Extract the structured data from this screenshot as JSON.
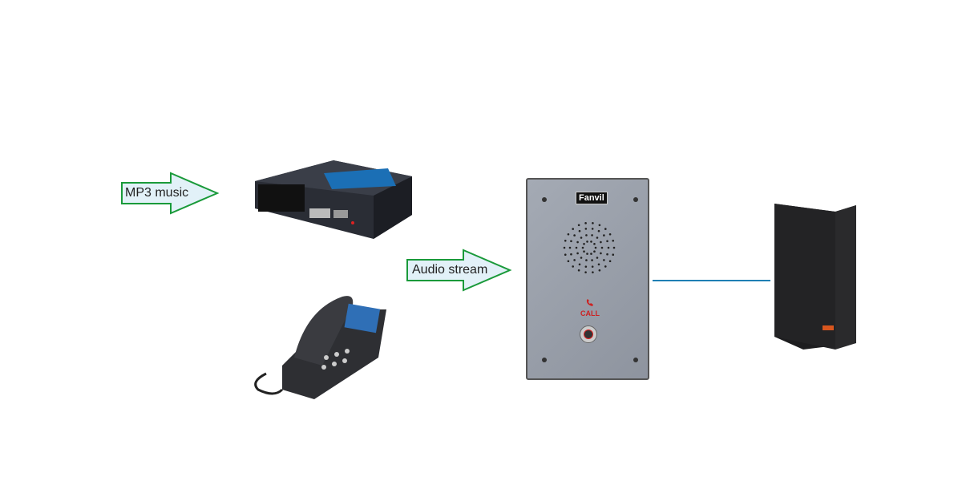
{
  "arrows": {
    "mp3": "MP3 music",
    "audio": "Audio stream"
  },
  "intercom": {
    "brand": "Fanvil",
    "call_label": "CALL"
  },
  "colors": {
    "arrow_fill": "#e2f1f8",
    "arrow_stroke": "#1a9a3a",
    "connector": "#1f7fb4"
  }
}
